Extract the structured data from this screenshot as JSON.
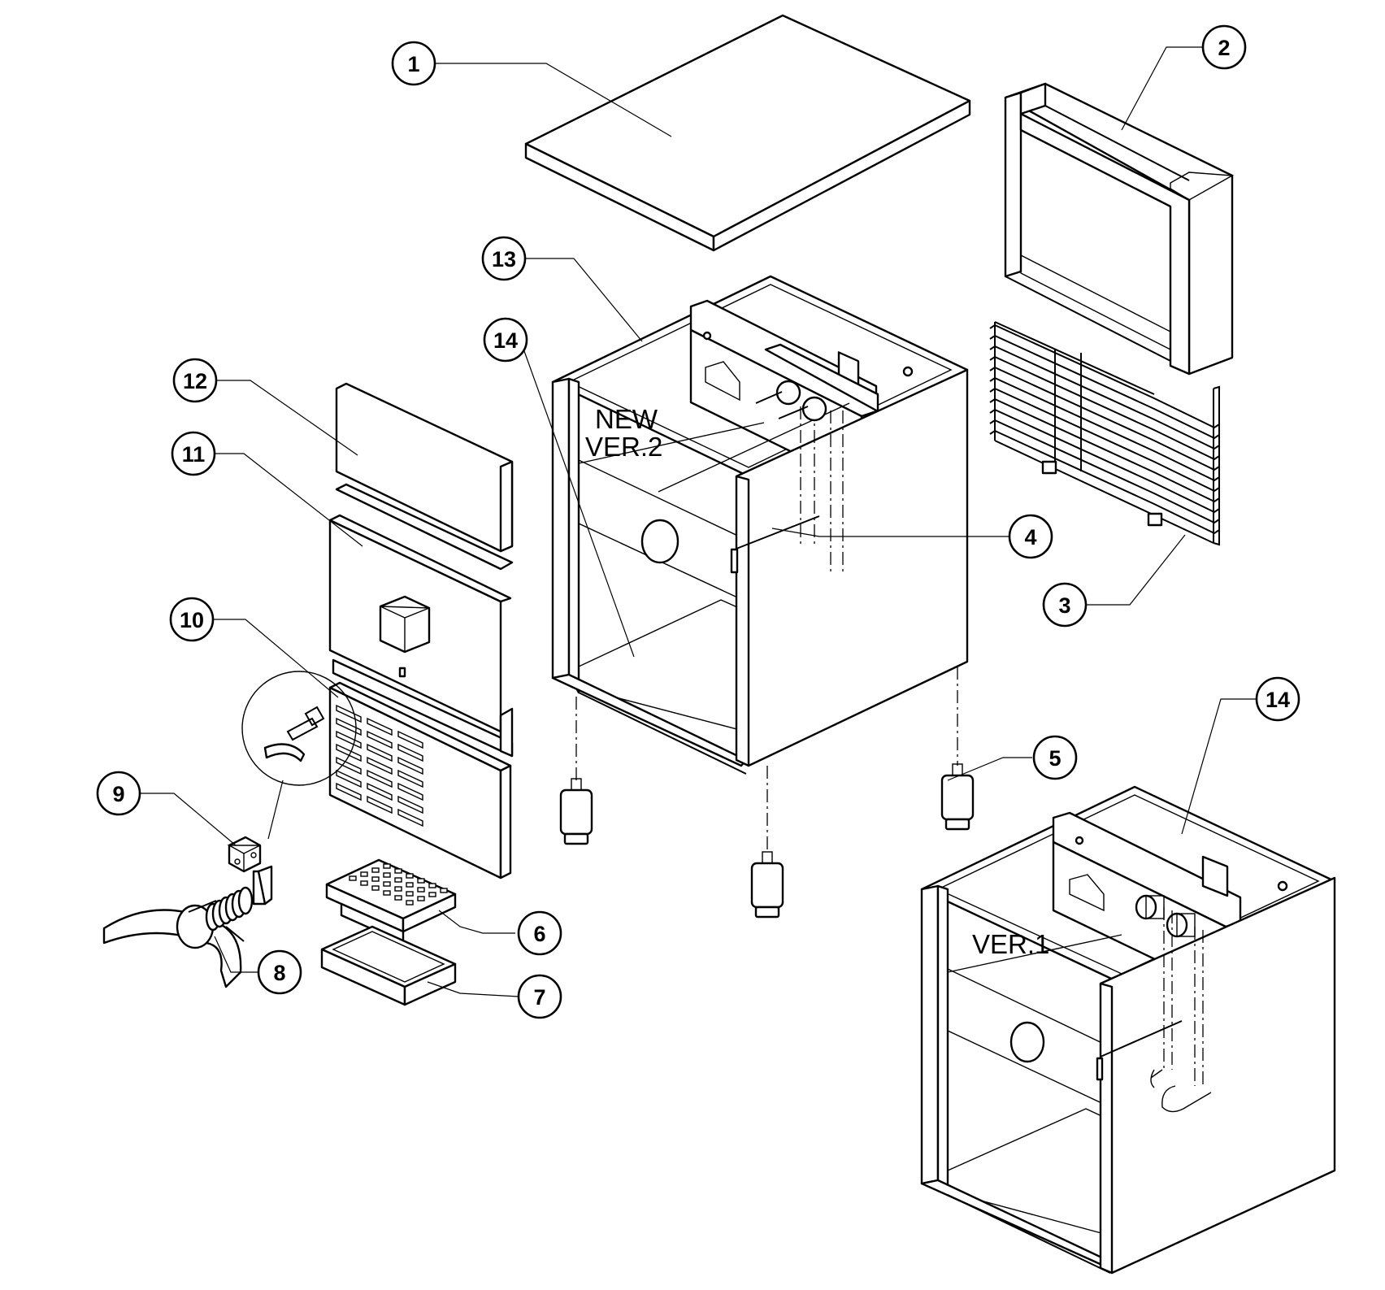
{
  "diagram": {
    "callouts": [
      "1",
      "2",
      "3",
      "4",
      "5",
      "6",
      "7",
      "8",
      "9",
      "10",
      "11",
      "12",
      "13",
      "14",
      "14"
    ],
    "version_labels": {
      "new_line1": "NEW",
      "new_line2": "VER.2",
      "old": "VER.1"
    }
  }
}
